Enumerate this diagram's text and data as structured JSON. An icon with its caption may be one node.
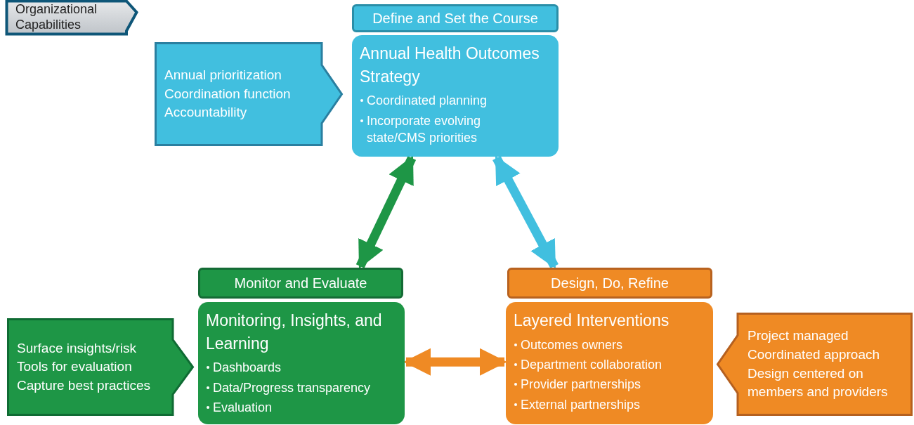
{
  "diagram": {
    "nodes": [
      {
        "text": [
          "Organizational Capabilities"
        ]
      },
      {
        "text": [
          "Define and Set the Course"
        ]
      },
      {
        "text": [
          "Annual Health Outcomes Strategy",
          "Coordinated planning",
          "Incorporate evolving state/CMS priorities"
        ]
      },
      {
        "text": [
          "Annual prioritization",
          "Coordination function",
          "Accountability"
        ]
      },
      {
        "text": [
          "Monitor and Evaluate"
        ]
      },
      {
        "text": [
          "Monitoring, Insights, and Learning",
          "Dashboards",
          "Data/Progress transparency",
          "Evaluation"
        ]
      },
      {
        "text": [
          "Surface insights/risk",
          "Tools for evaluation",
          "Capture best practices"
        ]
      },
      {
        "text": [
          "Design, Do, Refine"
        ]
      },
      {
        "text": [
          "Layered Interventions",
          "Outcomes owners",
          "Department collaboration",
          "Provider partnerships",
          "External partnerships"
        ]
      },
      {
        "text": [
          "Project managed",
          "Coordinated approach",
          "Design centered on members and providers"
        ]
      }
    ],
    "edges": [
      {
        "from": 4,
        "to": 2,
        "arrow": "both",
        "color": "#1e9646"
      },
      {
        "from": 2,
        "to": 7,
        "arrow": "both",
        "color": "#41bfdf"
      },
      {
        "from": 5,
        "to": 8,
        "arrow": "both",
        "color": "#ef8a24"
      }
    ]
  }
}
